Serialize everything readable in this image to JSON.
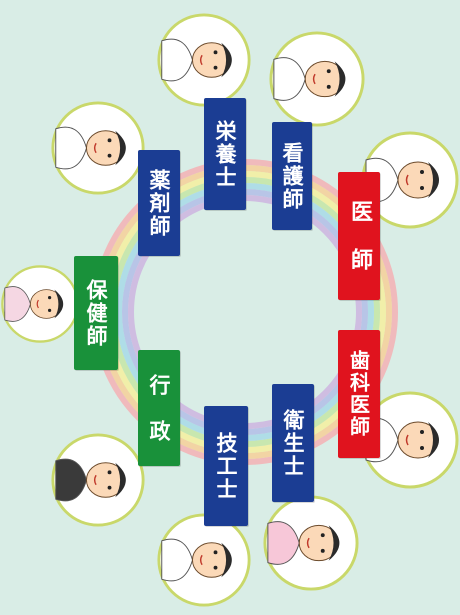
{
  "roles": {
    "doctor": "医　師",
    "nurse": "看護師",
    "dietitian": "栄養士",
    "pharmacist": "薬剤師",
    "public_health_nurse": "保健師",
    "administration": "行　政",
    "engineer": "技工士",
    "hygienist": "衛生士",
    "dentist": "歯科医師"
  },
  "colors": {
    "red": "#e0131e",
    "blue": "#1b3d93",
    "green": "#19913a",
    "circle_rim": "#c9d86a",
    "background": "#d9ede6"
  },
  "rainbow": [
    "#f3b0b4",
    "#f6cf98",
    "#f5ee9d",
    "#c4e5a4",
    "#a7d9e6",
    "#b1bde6",
    "#ccb4df"
  ],
  "icons": [
    "doctor-icon",
    "nurse-icon",
    "dietitian-icon",
    "pharmacist-icon",
    "public-health-nurse-icon",
    "administrator-icon",
    "technician-icon",
    "dental-hygienist-icon",
    "dentist-icon"
  ]
}
